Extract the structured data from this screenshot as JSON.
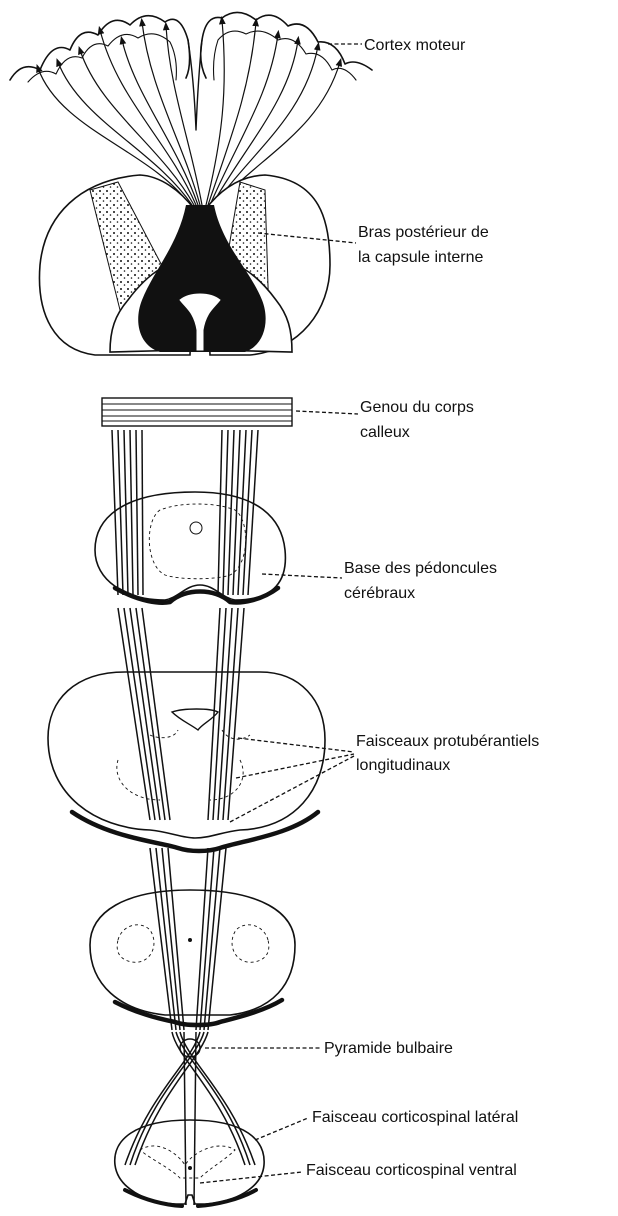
{
  "labels": {
    "cortex": "Cortex moteur",
    "capsule_l1": "Bras postérieur de",
    "capsule_l2": "la capsule interne",
    "genou_l1": "Genou du corps",
    "genou_l2": "calleux",
    "pedoncules_l1": "Base des pédoncules",
    "pedoncules_l2": "cérébraux",
    "protub_l1": "Faisceaux protubérantiels",
    "protub_l2": "longitudinaux",
    "pyramide": "Pyramide bulbaire",
    "lateral": "Faisceau corticospinal latéral",
    "ventral": "Faisceau corticospinal ventral"
  }
}
